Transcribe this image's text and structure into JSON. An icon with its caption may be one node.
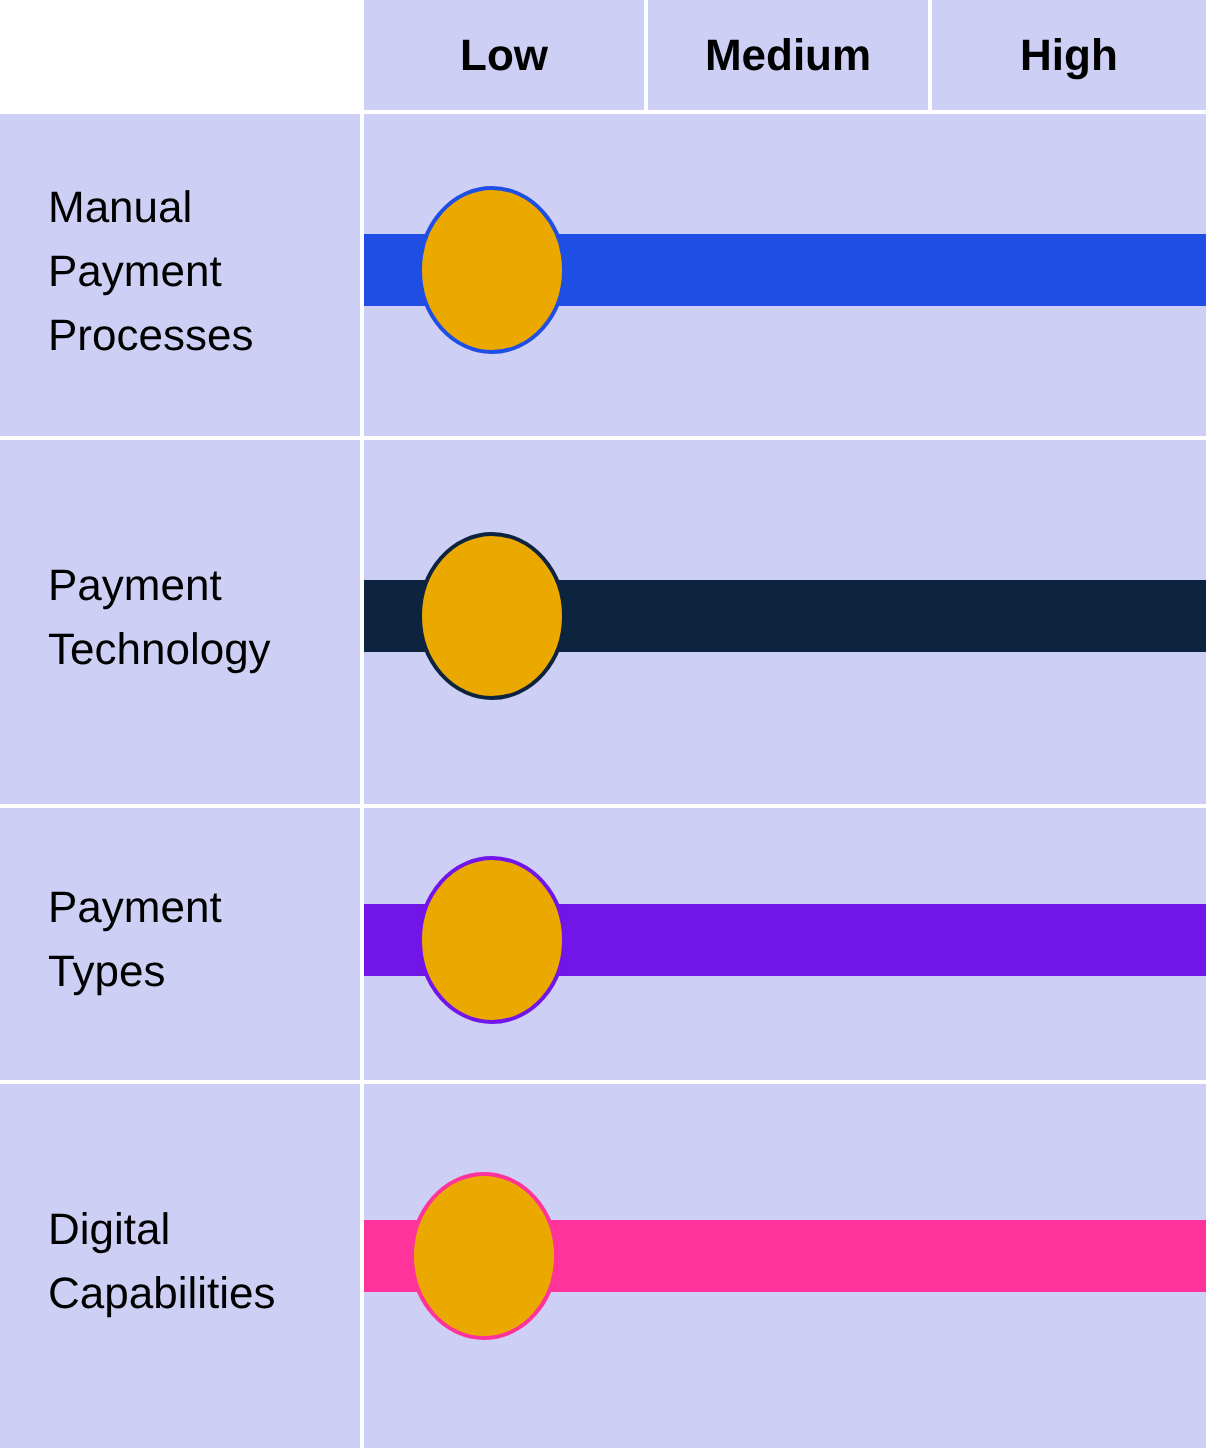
{
  "diagram": {
    "labels": [
      "Low",
      "Medium",
      "High",
      "Manual Payment Processes",
      "Payment Technology",
      "Payment Types",
      "Digital Capabilities"
    ]
  }
}
